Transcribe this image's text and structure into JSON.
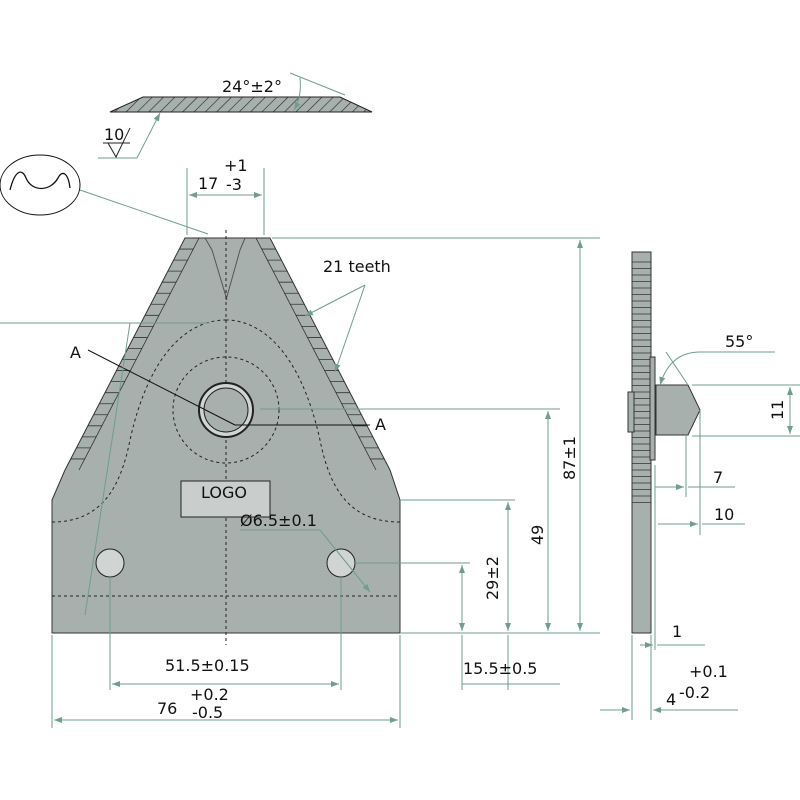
{
  "title": "Knife section drawing",
  "labels": {
    "bevel_angle": "24°±2°",
    "roughness": "10",
    "top_width_main": "17",
    "top_width_plus": "+1",
    "top_width_minus": "-3",
    "teeth": "21 teeth",
    "section_a_left": "A",
    "section_a_right": "A",
    "logo": "LOGO",
    "hole_dia": "Ø6.5±0.1",
    "height_total": "87±1",
    "height_49": "49",
    "height_29": "29±2",
    "hole_spacing": "51.5±0.15",
    "offset_15": "15.5±0.5",
    "width_main": "76",
    "width_plus": "+0.2",
    "width_minus": "-0.5",
    "side_angle": "55°",
    "side_11": "11",
    "side_7": "7",
    "side_10": "10",
    "side_1": "1",
    "thick_main": "4",
    "thick_plus": "+0.1",
    "thick_minus": "-0.2"
  },
  "colors": {
    "blade": "#a8b0ad",
    "dimension": "#6f9d8f"
  }
}
